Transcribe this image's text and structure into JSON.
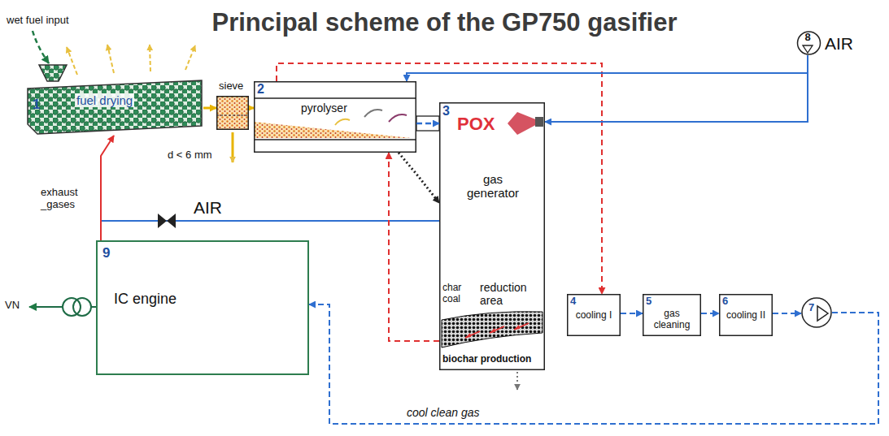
{
  "diagram": {
    "title": "Principal scheme of the GP750 gasifier",
    "nodes": [
      {
        "text": [
          "1",
          "fuel drying"
        ]
      },
      {
        "text": [
          "sieve"
        ]
      },
      {
        "text": [
          "2",
          "pyrolyser"
        ]
      },
      {
        "text": [
          "3",
          "POX",
          "gas generator",
          "char coal",
          "reduction area",
          "biochar production"
        ]
      },
      {
        "text": [
          "4",
          "cooling I"
        ]
      },
      {
        "text": [
          "5",
          "gas cleaning"
        ]
      },
      {
        "text": [
          "6",
          "cooling II"
        ]
      },
      {
        "text": [
          "7"
        ]
      },
      {
        "text": [
          "8"
        ]
      },
      {
        "text": [
          "9",
          "IC engine"
        ]
      }
    ],
    "edges": [
      {
        "from": 0,
        "to": 1,
        "arrow": "to"
      },
      {
        "from": 1,
        "to": 2,
        "arrow": "to"
      },
      {
        "from": 2,
        "to": 3,
        "arrow": "to"
      },
      {
        "from": 2,
        "to": 3,
        "arrow": "to"
      },
      {
        "from": 3,
        "to": 2,
        "arrow": "to"
      },
      {
        "from": 2,
        "to": 4,
        "arrow": "to"
      },
      {
        "from": 8,
        "to": 2,
        "arrow": "to"
      },
      {
        "from": 8,
        "to": 3,
        "arrow": "to"
      },
      {
        "from": 4,
        "to": 5,
        "arrow": "to"
      },
      {
        "from": 5,
        "to": 6,
        "arrow": "to"
      },
      {
        "from": 6,
        "to": 7,
        "arrow": "to"
      },
      {
        "from": 7,
        "to": 9,
        "arrow": "to",
        "label": "cool clean gas"
      },
      {
        "from": 9,
        "to": 0,
        "arrow": "to",
        "label": "exhaust _gases"
      }
    ],
    "labels": [
      "wet fuel input",
      "d < 6 mm",
      "AIR",
      "AIR",
      "VN"
    ]
  }
}
